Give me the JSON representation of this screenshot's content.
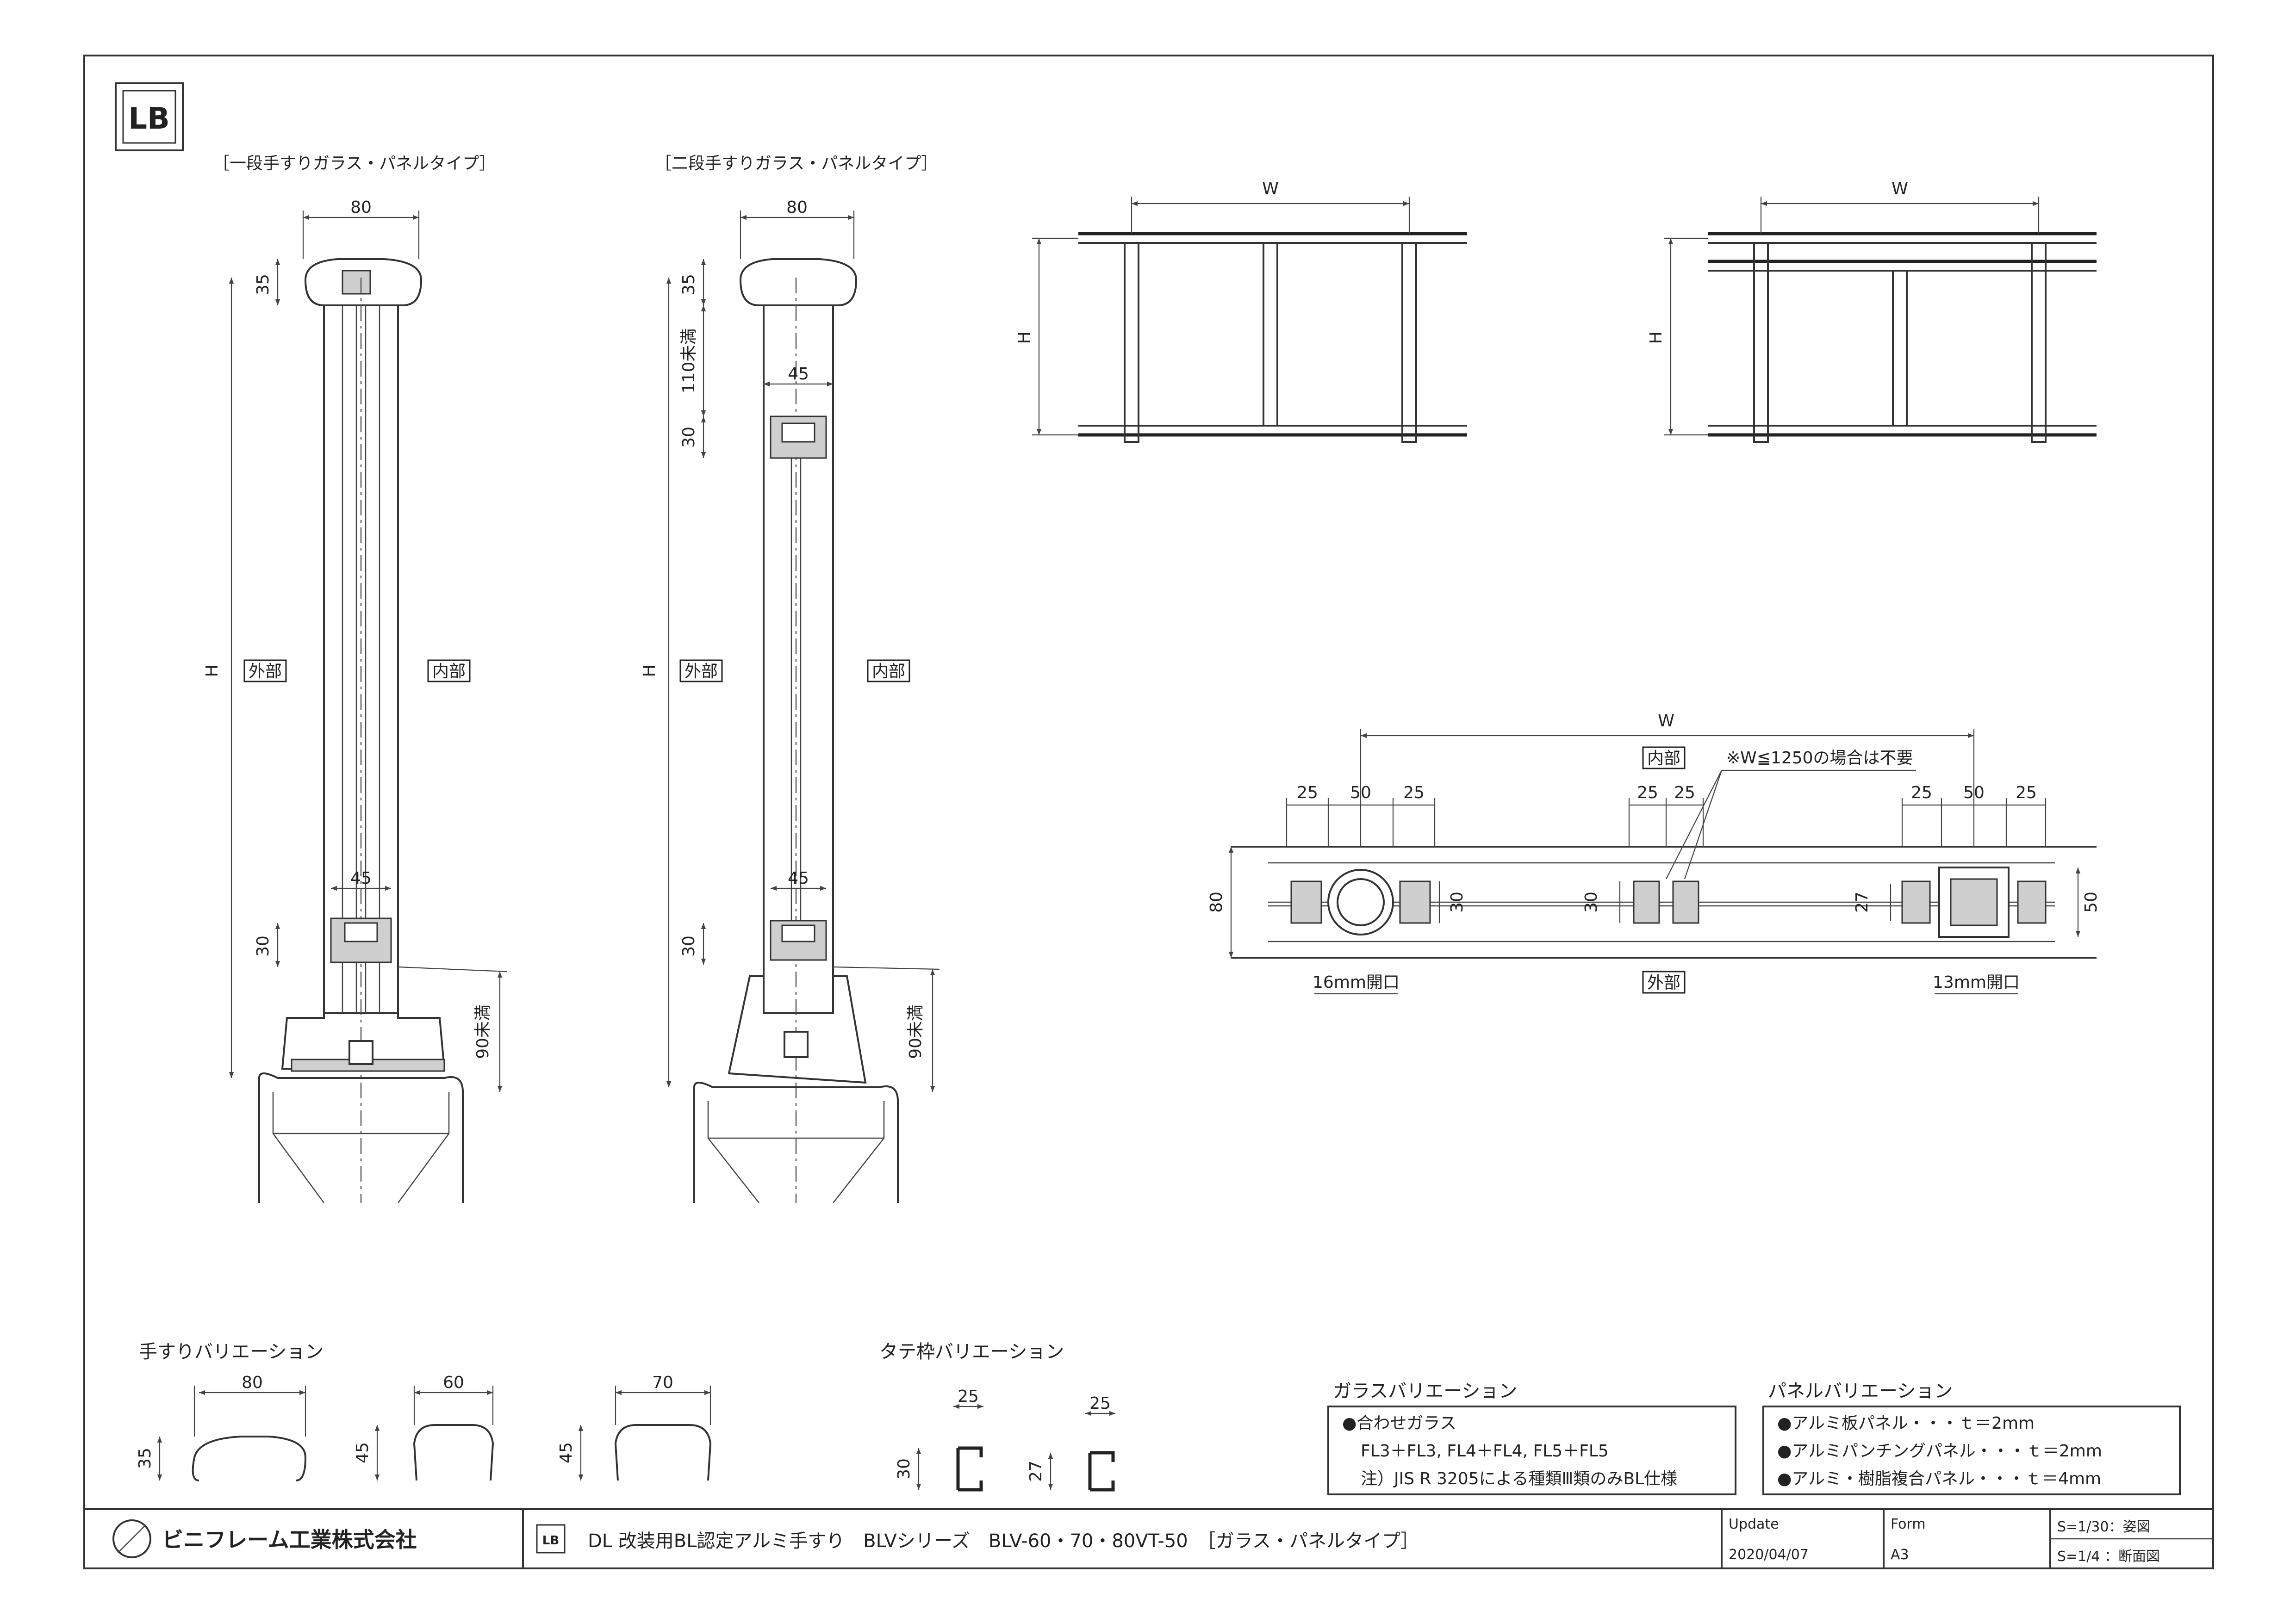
{
  "title_block": {
    "company": "ビニフレーム工業株式会社",
    "drawing_title": "DL 改装用BL認定アルミ手すり　BLVシリーズ　BLV-60・70・80VT-50　［ガラス・パネルタイプ］",
    "update_label": "Update",
    "update_value": "2020/04/07",
    "form_label": "Form",
    "form_value": "A3",
    "scale_1": "S=1/30：姿図",
    "scale_2": "S=1/4 ：断面図",
    "logo_text": "LB"
  },
  "section_single": {
    "title": "［一段手すりガラス・パネルタイプ］",
    "dims": [
      "80",
      "35",
      "45",
      "30",
      "90未満",
      "H"
    ],
    "outside": "外部",
    "inside": "内部"
  },
  "section_double": {
    "title": "［二段手すりガラス・パネルタイプ］",
    "dims": [
      "80",
      "35",
      "110未満",
      "45",
      "30",
      "45",
      "30",
      "90未満",
      "H"
    ],
    "outside": "外部",
    "inside": "内部"
  },
  "elevation_single": {
    "w": "W",
    "h": "H"
  },
  "elevation_double": {
    "w": "W",
    "h": "H"
  },
  "plan": {
    "w": "W",
    "inside": "内部",
    "outside": "外部",
    "note": "※W≦1250の場合は不要",
    "dims_left": [
      "25",
      "50",
      "25"
    ],
    "dims_mid": [
      "25",
      "25"
    ],
    "dims_right": [
      "25",
      "50",
      "25"
    ],
    "h_left": "80",
    "h_30a": "30",
    "h_30b": "30",
    "h_27": "27",
    "h_right": "50",
    "open_16": "16mm開口",
    "open_13": "13mm開口"
  },
  "handrail_variation": {
    "title": "手すりバリエーション",
    "items": [
      {
        "w": "80",
        "h": "35"
      },
      {
        "w": "60",
        "h": "45"
      },
      {
        "w": "70",
        "h": "45"
      }
    ]
  },
  "post_variation": {
    "title": "タテ枠バリエーション",
    "items": [
      {
        "w": "25",
        "h": "30"
      },
      {
        "w": "25",
        "h": "27"
      }
    ]
  },
  "glass_variation": {
    "title": "ガラスバリエーション",
    "lines": [
      "●合わせガラス",
      "FL3＋FL3, FL4＋FL4, FL5＋FL5",
      "注）JIS R 3205による種類Ⅲ類のみBL仕様"
    ]
  },
  "panel_variation": {
    "title": "パネルバリエーション",
    "lines": [
      "●アルミ板パネル・・・ｔ＝2mm",
      "●アルミパンチングパネル・・・ｔ＝2mm",
      "●アルミ・樹脂複合パネル・・・ｔ＝4mm"
    ]
  }
}
